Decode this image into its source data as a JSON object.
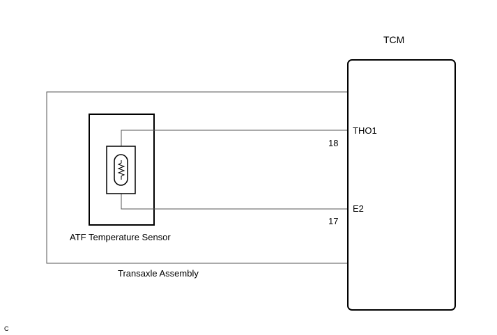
{
  "ecu": {
    "label": "TCM",
    "pins": [
      {
        "name": "THO1",
        "number": "18"
      },
      {
        "name": "E2",
        "number": "17"
      }
    ]
  },
  "sensor": {
    "label": "ATF Temperature Sensor",
    "symbol_icon": "thermistor-icon"
  },
  "assembly": {
    "label": "Transaxle Assembly"
  },
  "corner_code": "C",
  "colors": {
    "line": "#000000",
    "wire": "#555555",
    "background": "#ffffff"
  }
}
